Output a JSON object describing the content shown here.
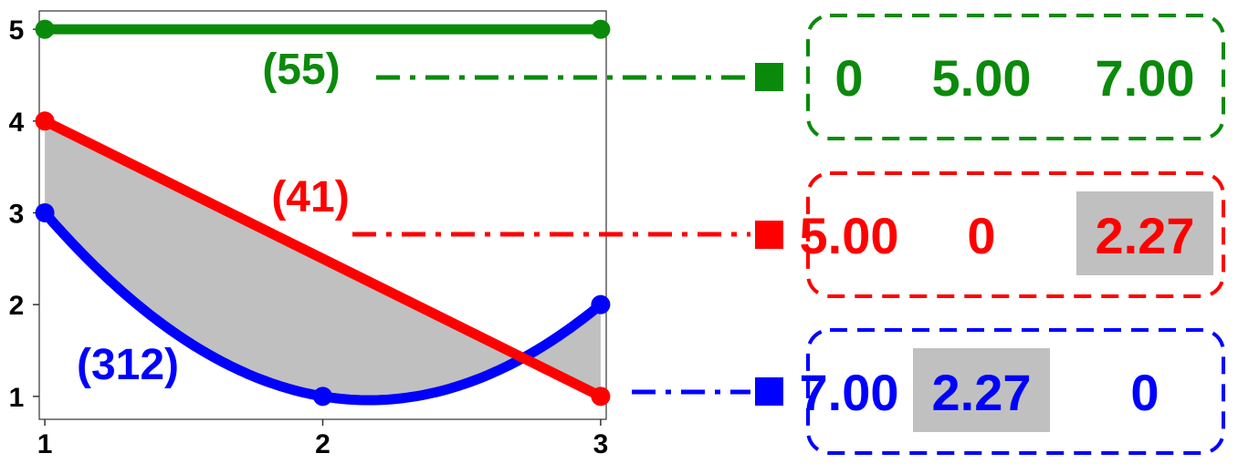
{
  "chart_data": {
    "type": "line",
    "title": "",
    "xlabel": "",
    "ylabel": "",
    "x_ticks": [
      "1",
      "2",
      "3"
    ],
    "y_ticks": [
      "1",
      "2",
      "3",
      "4",
      "5"
    ],
    "xlim": [
      0.98,
      3.02
    ],
    "ylim": [
      0.75,
      5.2
    ],
    "grid": false,
    "series": [
      {
        "label": "(55)",
        "color": "#0a8a0a",
        "x": [
          1,
          3
        ],
        "y": [
          5,
          5
        ],
        "curve": "linear"
      },
      {
        "label": "(41)",
        "color": "#ff0000",
        "x": [
          1,
          3
        ],
        "y": [
          4,
          1
        ],
        "curve": "linear"
      },
      {
        "label": "(312)",
        "color": "#0000ff",
        "x": [
          1,
          2,
          3
        ],
        "y": [
          3,
          1,
          2
        ],
        "curve": "quadratic"
      }
    ],
    "shaded_region": {
      "between": [
        "(41)",
        "(312)"
      ],
      "x": [
        1,
        3
      ],
      "color": "#c0c0c0"
    },
    "distance_matrix": [
      {
        "series": "(55)",
        "color": "#0a8a0a",
        "values": [
          "0",
          "5.00",
          "7.00"
        ],
        "highlighted": []
      },
      {
        "series": "(41)",
        "color": "#ff0000",
        "values": [
          "5.00",
          "0",
          "2.27"
        ],
        "highlighted": [
          2
        ]
      },
      {
        "series": "(312)",
        "color": "#0000ff",
        "values": [
          "7.00",
          "2.27",
          "0"
        ],
        "highlighted": [
          1
        ]
      }
    ],
    "highlight_color": "#c0c0c0"
  }
}
